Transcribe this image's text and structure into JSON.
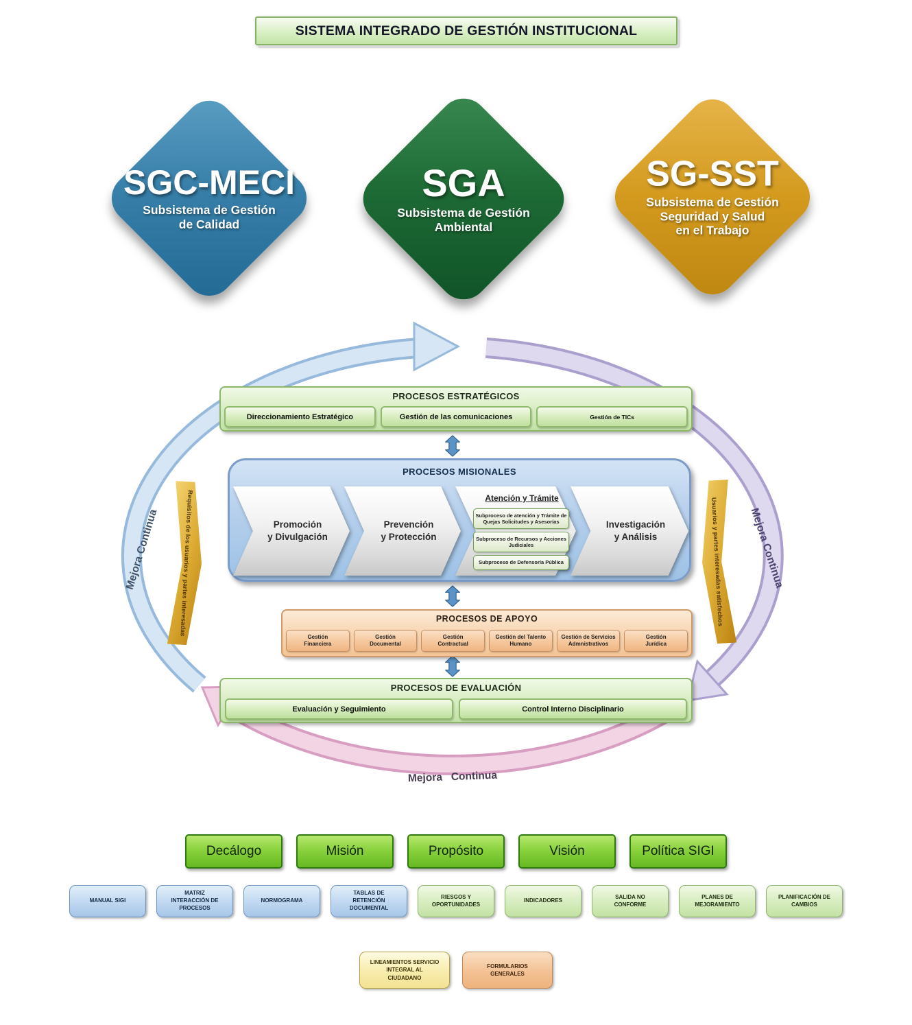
{
  "title": "SISTEMA INTEGRADO DE GESTIÓN INSTITUCIONAL",
  "subsystems": [
    {
      "acronym": "SGC-MECI",
      "name": "Subsistema de Gestión\nde Calidad",
      "color": "#2e7ca6"
    },
    {
      "acronym": "SGA",
      "name": "Subsistema de Gestión\nAmbiental",
      "color": "#1c6b35"
    },
    {
      "acronym": "SG-SST",
      "name": "Subsistema de Gestión\nSeguridad y Salud\nen el Trabajo",
      "color": "#d79c22"
    }
  ],
  "process_map": {
    "mejora_continua_left": "Mejora Continua",
    "mejora_continua_right": "Mejora Continua",
    "mejora_continua_bottom": "Mejora   Continua",
    "ribbon_left": "Requisitos de los usuarios y partes interesadas",
    "ribbon_right": "Usuarios y partes interesadas satisfechos",
    "estrategicos": {
      "title": "PROCESOS ESTRATÉGICOS",
      "items": [
        "Direccionamiento Estratégico",
        "Gestión de las comunicaciones",
        "Gestión de TICs"
      ]
    },
    "misionales": {
      "title": "PROCESOS MISIONALES",
      "arrow1": "Promoción\ny Divulgación",
      "arrow2": "Prevención\ny Protección",
      "arrow3_title": "Atención y Trámite",
      "arrow3_subprocesos": [
        "Subproceso de atención y Trámite de\nQuejas Solicitudes y Asesorías",
        "Subproceso de Recursos y Acciones\nJudiciales",
        "Subproceso de Defensoría Pública"
      ],
      "arrow4": "Investigación\ny Análisis"
    },
    "apoyo": {
      "title": "PROCESOS DE APOYO",
      "items": [
        "Gestión\nFinanciera",
        "Gestión\nDocumental",
        "Gestión\nContractual",
        "Gestión del Talento\nHumano",
        "Gestión de Servicios\nAdmnistrativos",
        "Gestión\nJurídica"
      ]
    },
    "evaluacion": {
      "title": "PROCESOS DE EVALUACIÓN",
      "items": [
        "Evaluación y Seguimiento",
        "Control Interno Disciplinario"
      ]
    }
  },
  "buttons": [
    "Decálogo",
    "Misión",
    "Propósito",
    "Visión",
    "Política SIGI"
  ],
  "documents": [
    {
      "label": "MANUAL SIGI",
      "style": "blue"
    },
    {
      "label": "MATRIZ\nINTERACCIÓN DE\nPROCESOS",
      "style": "blue"
    },
    {
      "label": "NORMOGRAMA",
      "style": "blue"
    },
    {
      "label": "TABLAS DE\nRETENCIÓN\nDOCUMENTAL",
      "style": "blue"
    },
    {
      "label": "RIESGOS Y\nOPORTUNIDADES",
      "style": "green"
    },
    {
      "label": "INDICADORES",
      "style": "green"
    },
    {
      "label": "SALIDA NO\nCONFORME",
      "style": "green"
    },
    {
      "label": "PLANES DE\nMEJORAMIENTO",
      "style": "green"
    },
    {
      "label": "PLANIFICACIÓN DE\nCAMBIOS",
      "style": "green"
    }
  ],
  "footer_documents": [
    {
      "label": "LINEAMIENTOS SERVICIO\nINTEGRAL AL\nCIUDADANO",
      "style": "yellow"
    },
    {
      "label": "FORMULARIOS\nGENERALES",
      "style": "orange"
    }
  ],
  "colors": {
    "calidad_blue": "#2e7ca6",
    "ambiental_green": "#1c6b35",
    "sst_gold": "#d79c22",
    "estrategicos_green": "#cfe9b6",
    "misionales_blue": "#aecbe9",
    "apoyo_peach": "#f6cda6",
    "evaluacion_green": "#cfe9b6",
    "button_green": "#7dc832",
    "ribbon_gold": "#ddac34"
  }
}
